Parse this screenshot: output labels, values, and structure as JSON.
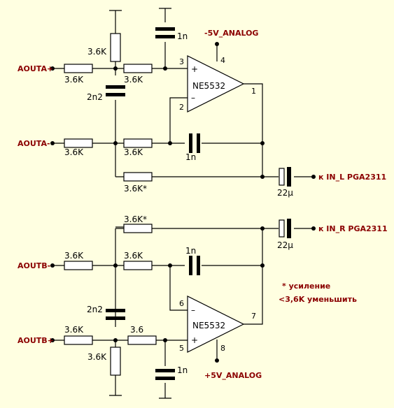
{
  "nets": {
    "aouta_pos": "AOUTA+",
    "aouta_neg": "AOUTA-",
    "aoutb_neg": "AOUTB-",
    "aoutb_pos": "AOUTB+",
    "supply_neg": "-5V_ANALOG",
    "supply_pos": "+5V_ANALOG",
    "out_l": "к IN_L  PGA2311",
    "out_r": "к IN_R  PGA2311"
  },
  "top": {
    "r_vert": "3.6K",
    "r_in_pos": "3.6K",
    "r_ser_pos": "3.6K",
    "c_top": "1n",
    "c_mid": "2n2",
    "r_in_neg": "3.6K",
    "r_fb": "3.6K",
    "c_fb": "1n",
    "r_gain": "3.6K*",
    "c_out": "22µ",
    "opamp": "NE5532",
    "pin_plus": "3",
    "pin_minus": "2",
    "pin_supply": "4",
    "pin_out": "1",
    "sym_plus": "+",
    "sym_minus": "–"
  },
  "bottom": {
    "r_gain": "3.6K*",
    "c_out": "22µ",
    "r_in_neg": "3.6K",
    "r_fb": "3.6K",
    "c_fb": "1n",
    "c_mid": "2n2",
    "r_in_pos": "3.6K",
    "r_ser_pos": "3.6",
    "r_vert": "3.6K",
    "c_bot": "1n",
    "opamp": "NE5532",
    "pin_minus": "6",
    "pin_plus": "5",
    "pin_out": "7",
    "pin_supply": "8",
    "sym_plus": "+",
    "sym_minus": "–"
  },
  "note": {
    "line1": "* усиление",
    "line2": "<3,6K уменьшить"
  },
  "colors": {
    "background": "#FFFFE1",
    "net_label": "#8B0000",
    "wire": "#000000"
  }
}
